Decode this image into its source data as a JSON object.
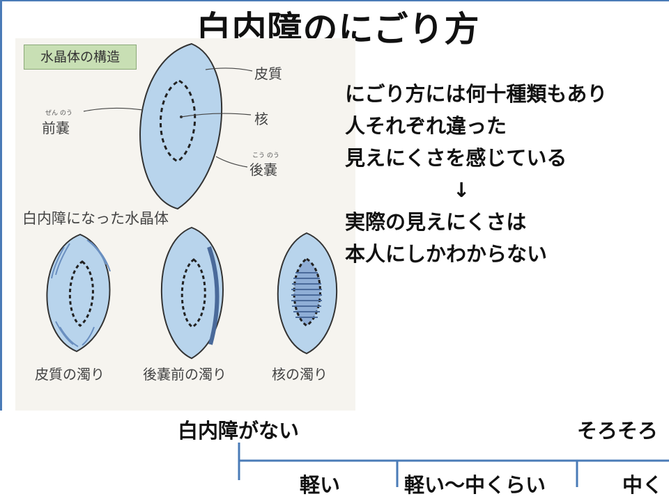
{
  "title": "白内障のにごり方",
  "illustration": {
    "structure_label": "水晶体の構造",
    "labels": {
      "cortex": "皮質",
      "nucleus": "核",
      "anterior_capsule": "前嚢",
      "anterior_capsule_ruby": "ぜん のう",
      "posterior_capsule": "後嚢",
      "posterior_capsule_ruby": "こう のう"
    },
    "cataract_heading": "白内障になった水晶体",
    "types": [
      "皮質の濁り",
      "後嚢前の濁り",
      "核の濁り"
    ],
    "colors": {
      "lens_fill": "#b8d4ec",
      "lens_stroke": "#333333",
      "label_bg": "#c8dfb4"
    }
  },
  "main_text": {
    "lines": [
      "にごり方には何十種類もあり",
      "人それぞれ違った",
      "見えにくさを感じている",
      "↓",
      "実際の見えにくさは",
      "本人にしかわからない"
    ]
  },
  "scale": {
    "top_left": "白内障がない",
    "top_right": "そろそろ",
    "bottom": [
      "軽い",
      "軽い～中くらい",
      "中く"
    ],
    "line_color": "#4a7bb7"
  }
}
